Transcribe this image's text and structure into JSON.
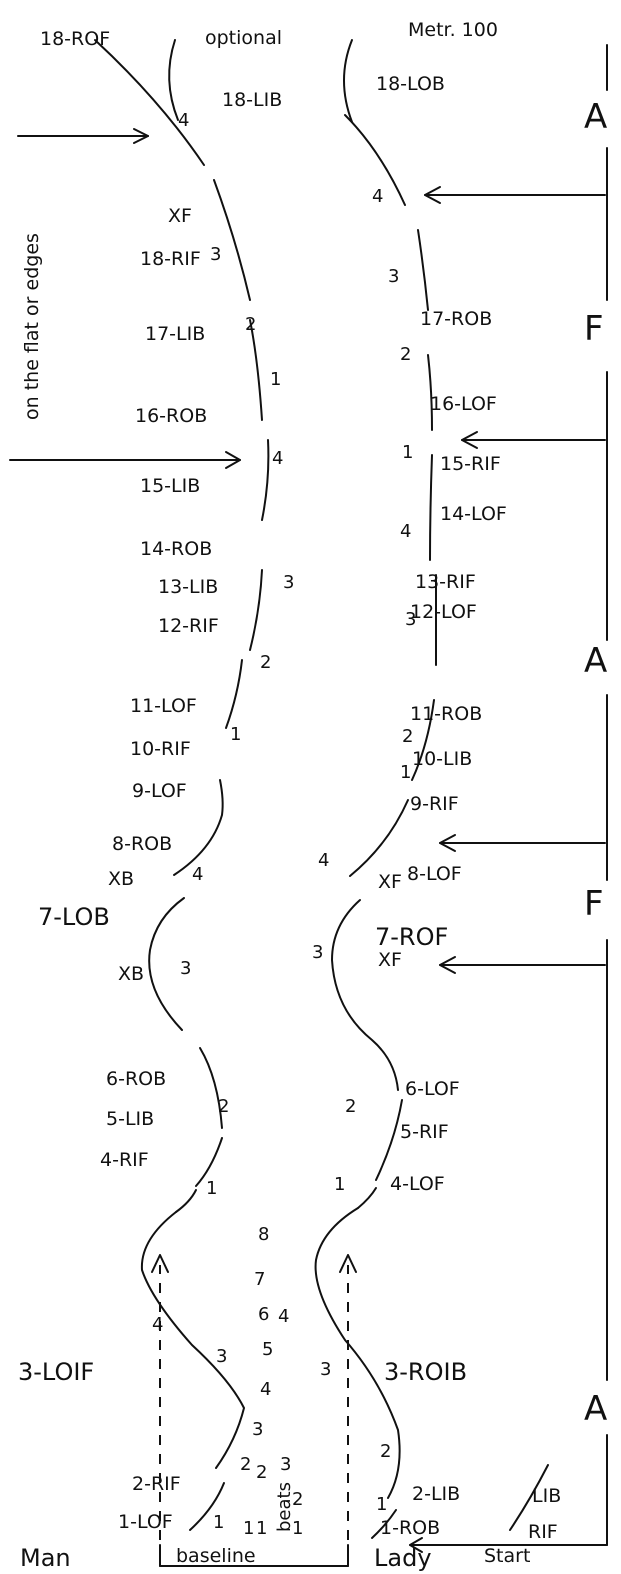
{
  "header": {
    "optional": "optional",
    "metronome": "Metr. 100"
  },
  "bottom": {
    "man": "Man",
    "baseline": "baseline",
    "lady": "Lady",
    "start": "Start"
  },
  "side_note": "on the flat or edges",
  "beats_label": "beats",
  "music": [
    "A",
    "F",
    "A",
    "F",
    "A"
  ],
  "count_column": [
    "8",
    "7",
    "6",
    "5",
    "4",
    "3",
    "2",
    "1"
  ],
  "man_steps": [
    "1-LOF",
    "2-RIF",
    "3-LOIF",
    "4-RIF",
    "5-LIB",
    "6-ROB",
    "7-LOB",
    "8-ROB",
    "9-LOF",
    "10-RIF",
    "11-LOF",
    "12-RIF",
    "13-LIB",
    "14-ROB",
    "15-LIB",
    "16-ROB",
    "17-LIB",
    "18-RIF",
    "18-ROF",
    "18-LIB"
  ],
  "lady_steps": [
    "1-ROB",
    "2-LIB",
    "3-ROIB",
    "4-LOF",
    "5-RIF",
    "6-LOF",
    "7-ROF",
    "8-LOF",
    "9-RIF",
    "10-LIB",
    "11-ROB",
    "12-LOF",
    "13-RIF",
    "14-LOF",
    "15-RIF",
    "16-LOF",
    "17-ROB",
    "18-LOB"
  ],
  "start_steps": [
    "LIB",
    "RIF"
  ],
  "man_crosses": [
    "XF",
    "XB",
    "XB"
  ],
  "lady_crosses": [
    "XF",
    "XF"
  ],
  "man_beats": [
    "1",
    "2",
    "3",
    "4",
    "1",
    "2",
    "3",
    "4",
    "1",
    "2",
    "3",
    "4",
    "1",
    "2",
    "3",
    "4"
  ],
  "lady_beats": [
    "1",
    "2",
    "3",
    "4",
    "1",
    "2",
    "3",
    "4",
    "1",
    "2",
    "3",
    "4",
    "1",
    "2",
    "3",
    "4"
  ],
  "baseline_beats": [
    "1",
    "2",
    "3",
    "1"
  ]
}
